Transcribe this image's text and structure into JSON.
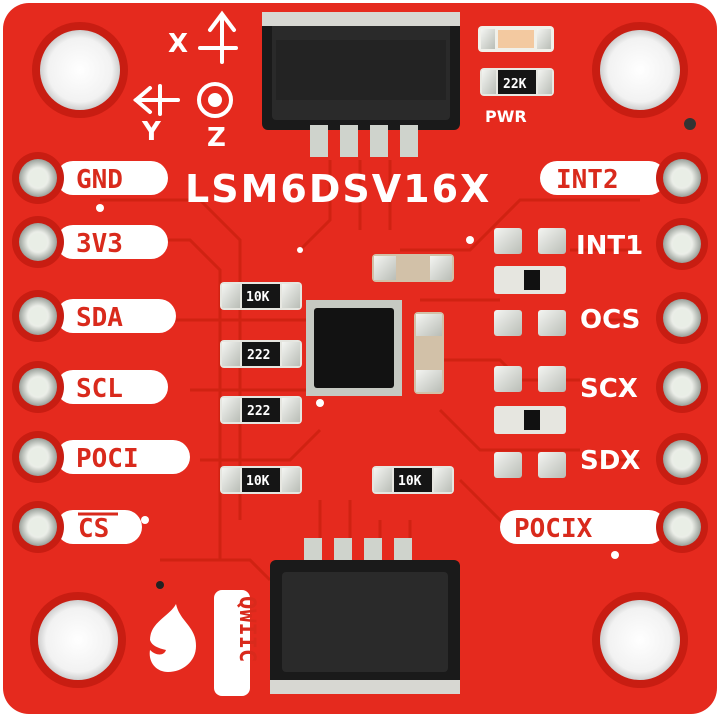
{
  "board": {
    "title": "LSM6DSV16X",
    "pwr_label": "PWR",
    "qwiic_label": "QWIIC",
    "axis_labels": {
      "x": "X",
      "y": "Y",
      "z": "Z"
    },
    "colors": {
      "pcb": "#e52a1e",
      "pcb_dark": "#c81d12",
      "silk": "#ffffff",
      "pad": "#d9dcd8",
      "chip": "#111111"
    }
  },
  "left_pins": [
    "GND",
    "3V3",
    "SDA",
    "SCL",
    "POCI",
    "CS"
  ],
  "right_pins": [
    "INT2",
    "INT1",
    "OCS",
    "SCX",
    "SDX",
    "POCIX"
  ],
  "resistors": [
    "10K",
    "222",
    "222",
    "10K",
    "10K",
    "22K"
  ]
}
